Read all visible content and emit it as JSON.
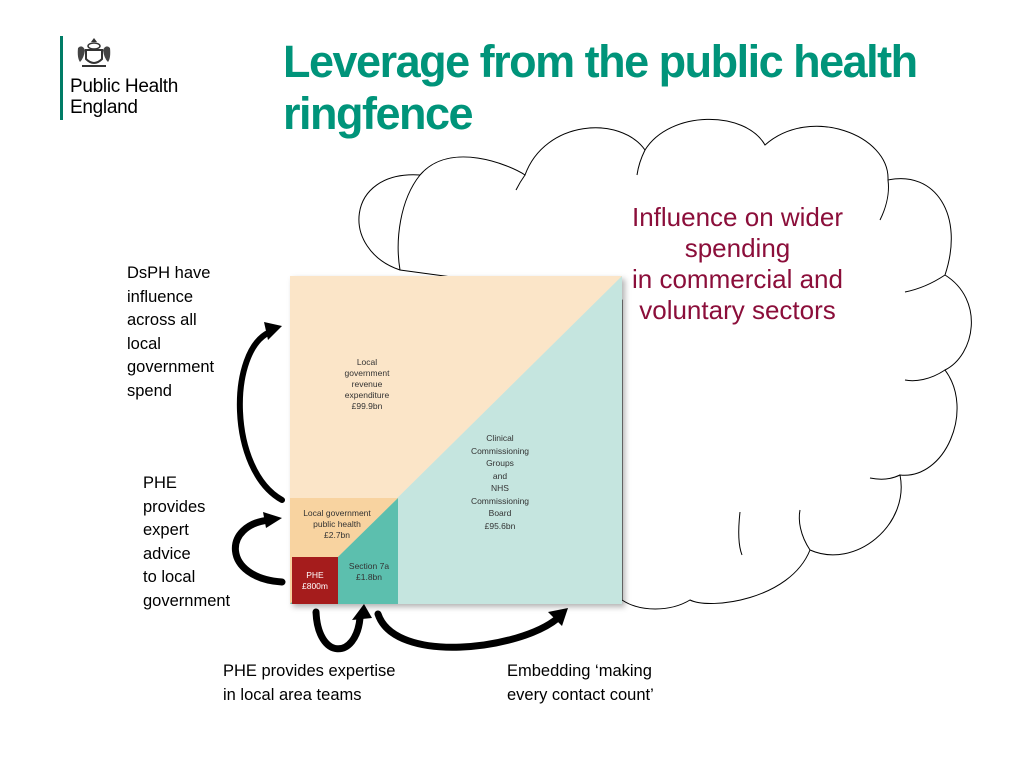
{
  "logo": {
    "line1": "Public Health",
    "line2": "England",
    "crest_icon": "royal-crest-icon"
  },
  "title": "Leverage from the public health ringfence",
  "cloud": {
    "line1": "Influence on wider",
    "line2": "spending",
    "line3": "in commercial and",
    "line4": "voluntary sectors"
  },
  "labels": {
    "dsph": [
      "DsPH have",
      "influence",
      "across all",
      "local",
      "government",
      "spend"
    ],
    "phe_advice": [
      "PHE",
      "provides",
      "expert",
      "advice",
      "to local",
      "government"
    ],
    "phe_expertise": [
      "PHE provides expertise",
      "in local area teams"
    ],
    "embedding": [
      "Embedding ‘making",
      "every contact count’"
    ]
  },
  "boxes": {
    "la_revenue": [
      "Local",
      "government",
      "revenue",
      "expenditure",
      "£99.9bn"
    ],
    "ccg": [
      "Clinical",
      "Commissioning",
      "Groups",
      "and",
      "NHS",
      "Commissioning",
      "Board",
      "£95.6bn"
    ],
    "la_ph": [
      "Local government",
      "public health",
      "£2.7bn"
    ],
    "section7a": [
      "Section 7a",
      "£1.8bn"
    ],
    "phe": [
      "PHE",
      "£800m"
    ]
  },
  "colors": {
    "title": "#00947a",
    "cloud_text": "#8b0e3a",
    "la_revenue": "#fbe5c8",
    "ccg": "#c5e5df",
    "la_ph": "#f8d3a0",
    "section7a": "#5cbfae",
    "phe": "#a51c1c"
  }
}
